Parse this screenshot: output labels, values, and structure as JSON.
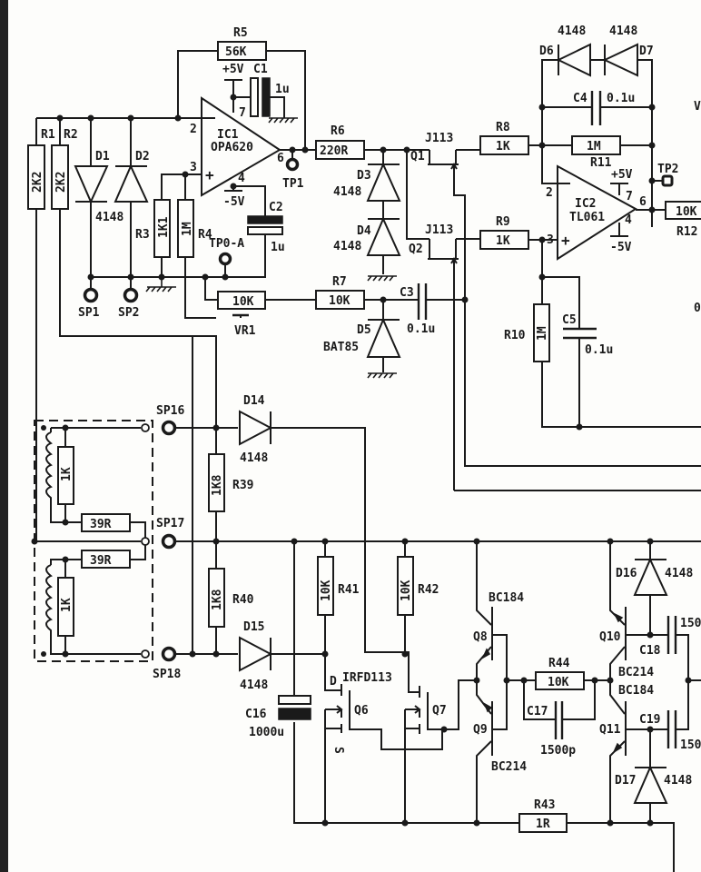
{
  "title": "Amplifier / driver schematic (partial)",
  "components": {
    "R1": {
      "ref": "R1",
      "value": "2K2"
    },
    "R2": {
      "ref": "R2",
      "value": "2K2"
    },
    "R3": {
      "ref": "R3",
      "value": "1K1"
    },
    "R4": {
      "ref": "R4",
      "value": "1M"
    },
    "R5": {
      "ref": "R5",
      "value": "56K"
    },
    "R6": {
      "ref": "R6",
      "value": "220R"
    },
    "R7": {
      "ref": "R7",
      "value": "10K"
    },
    "R8": {
      "ref": "R8",
      "value": "1K"
    },
    "R9": {
      "ref": "R9",
      "value": "1K"
    },
    "R10": {
      "ref": "R10",
      "value": "1M"
    },
    "R11": {
      "ref": "R11",
      "value": "1M"
    },
    "R12": {
      "ref": "R12",
      "value": "10K"
    },
    "R39": {
      "ref": "R39",
      "value": "1K8"
    },
    "R40": {
      "ref": "R40",
      "value": "1K8"
    },
    "R41": {
      "ref": "R41",
      "value": "10K"
    },
    "R42": {
      "ref": "R42",
      "value": "10K"
    },
    "R43": {
      "ref": "R43",
      "value": "1R"
    },
    "R44": {
      "ref": "R44",
      "value": "10K"
    },
    "VR1": {
      "ref": "VR1",
      "value": "10K"
    },
    "C1": {
      "ref": "C1",
      "value": "1u"
    },
    "C2": {
      "ref": "C2",
      "value": "1u"
    },
    "C3": {
      "ref": "C3",
      "value": "0.1u"
    },
    "C4": {
      "ref": "C4",
      "value": "0.1u"
    },
    "C5": {
      "ref": "C5",
      "value": "0.1u"
    },
    "C16": {
      "ref": "C16",
      "value": "1000u"
    },
    "C17": {
      "ref": "C17",
      "value": "1500p"
    },
    "C18": {
      "ref": "C18",
      "value": "150"
    },
    "C19": {
      "ref": "C19",
      "value": "150"
    },
    "D1": {
      "ref": "D1"
    },
    "D2": {
      "ref": "D2"
    },
    "D1D2_value": "4148",
    "D3": {
      "ref": "D3",
      "value": "4148"
    },
    "D4": {
      "ref": "D4",
      "value": "4148"
    },
    "D5": {
      "ref": "D5",
      "value": "BAT85"
    },
    "D6": {
      "ref": "D6",
      "value": "4148"
    },
    "D7": {
      "ref": "D7",
      "value": "4148"
    },
    "D14": {
      "ref": "D14",
      "value": "4148"
    },
    "D15": {
      "ref": "D15",
      "value": "4148"
    },
    "D16": {
      "ref": "D16",
      "value": "4148"
    },
    "D17": {
      "ref": "D17",
      "value": "4148"
    },
    "IC1": {
      "ref": "IC1",
      "value": "OPA620",
      "pin_inv": "2",
      "pin_noninv": "3",
      "pin_out": "6",
      "pin_vp": "7",
      "pin_vn": "4",
      "minus": "−",
      "plus": "+"
    },
    "IC2": {
      "ref": "IC2",
      "value": "TL061",
      "pin_inv": "2",
      "pin_noninv": "3",
      "pin_out": "6",
      "pin_vp": "7",
      "pin_vn": "4",
      "minus": "−",
      "plus": "+"
    },
    "Q1": {
      "ref": "Q1",
      "value": "J113"
    },
    "Q2": {
      "ref": "Q2",
      "value": "J113"
    },
    "Q6": {
      "ref": "Q6",
      "value": "IRFD113",
      "pin_d": "D",
      "pin_s": "S"
    },
    "Q7": {
      "ref": "Q7"
    },
    "Q8": {
      "ref": "Q8",
      "value": "BC184"
    },
    "Q9": {
      "ref": "Q9",
      "value": "BC214"
    },
    "Q10": {
      "ref": "Q10",
      "value": "BC214"
    },
    "Q11": {
      "ref": "Q11",
      "value": "BC184"
    },
    "L_top_R": {
      "value": "1K"
    },
    "L_bot_R": {
      "value": "1K"
    },
    "L_top_series": {
      "value": "39R"
    },
    "L_bot_series": {
      "value": "39R"
    }
  },
  "supplies": {
    "pos": "+5V",
    "neg": "-5V"
  },
  "test_points": {
    "TP1": "TP1",
    "TP2": "TP2",
    "TP0A": "TP0-A"
  },
  "solder_pads": {
    "SP1": "SP1",
    "SP2": "SP2",
    "SP16": "SP16",
    "SP17": "SP17",
    "SP18": "SP18"
  },
  "edge_fragments": {
    "right_top": "V",
    "right_mid": "0"
  }
}
